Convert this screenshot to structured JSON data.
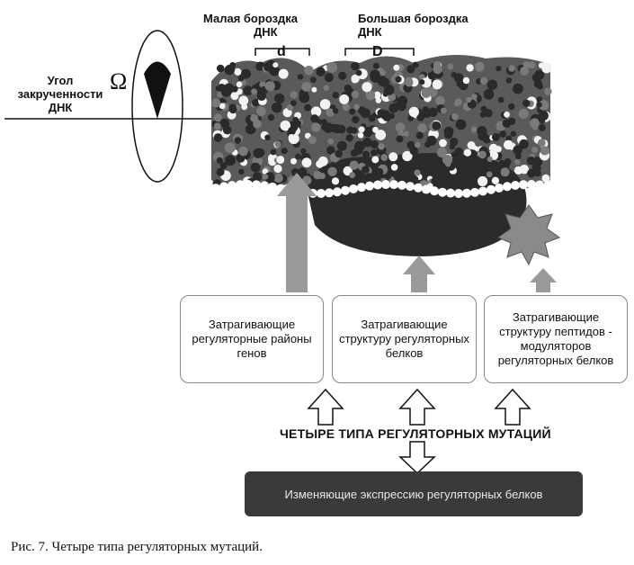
{
  "labels": {
    "minor_groove": "Малая бороздка",
    "minor_groove_2": "ДНК",
    "major_groove": "Большая бороздка",
    "major_groove_2": "ДНК",
    "minor_symbol": "d",
    "major_symbol": "D",
    "twist_angle_1": "Угол",
    "twist_angle_2": "закрученности",
    "twist_angle_3": "ДНК",
    "omega": "Ω"
  },
  "boxes": {
    "box1": "Затрагивающие регуляторные районы генов",
    "box2": "Затрагивающие структуру регуляторных белков",
    "box3": "Затрагивающие структуру пептидов - модуляторов регуляторных белков"
  },
  "center_title": "ЧЕТЫРЕ ТИПА РЕГУЛЯТОРНЫХ МУТАЦИЙ",
  "bottom_box": "Изменяющие экспрессию регуляторных  белков",
  "caption": "Рис. 7. Четыре типа регуляторных мутаций.",
  "colors": {
    "atom_dark": "#2a2a2a",
    "atom_grey": "#7a7a7a",
    "atom_light": "#f2f2f2",
    "arrow_grey": "#9a9a9a",
    "protein": "#2b2b2b",
    "dark_box": "#3a3a3a"
  }
}
